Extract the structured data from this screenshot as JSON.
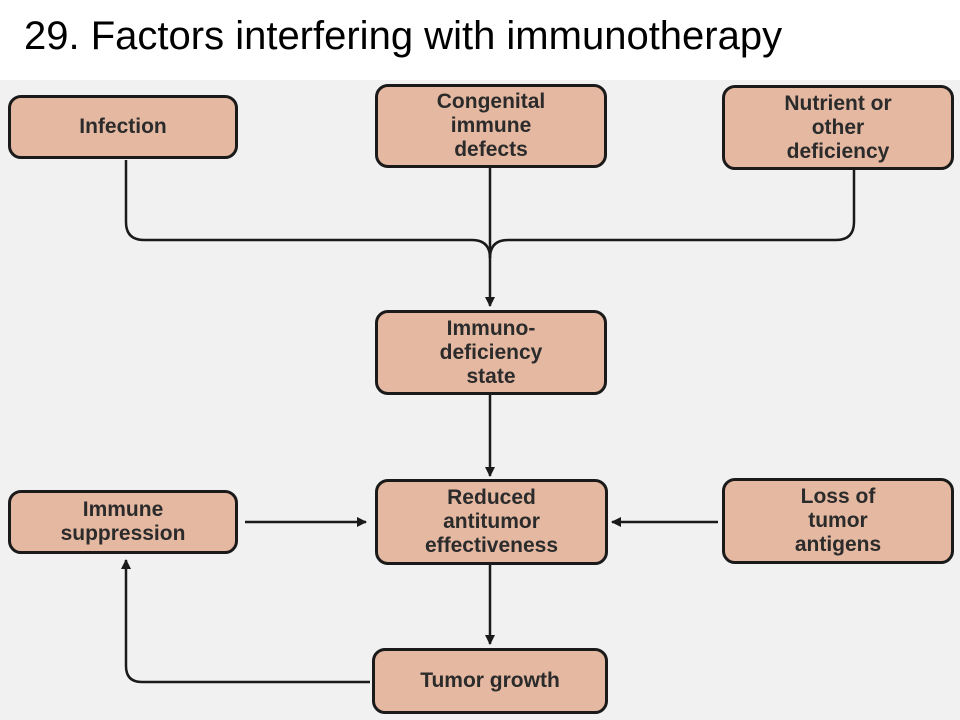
{
  "slide": {
    "title": "29. Factors interfering with immunotherapy"
  },
  "colors": {
    "box_fill": "#e5b8a1",
    "box_border": "#1a1a1a",
    "arrow": "#1a1a1a",
    "panel_background": "#f1f1f1"
  },
  "diagram": {
    "nodes": {
      "infection": "Infection",
      "congenital": "Congenital\nimmune\ndefects",
      "nutrient": "Nutrient or\nother\ndeficiency",
      "immunodeficiency": "Immuno-\ndeficiency\nstate",
      "reduced": "Reduced\nantitumor\neffectiveness",
      "suppression": "Immune\nsuppression",
      "loss": "Loss of\ntumor\nantigens",
      "growth": "Tumor growth"
    }
  }
}
